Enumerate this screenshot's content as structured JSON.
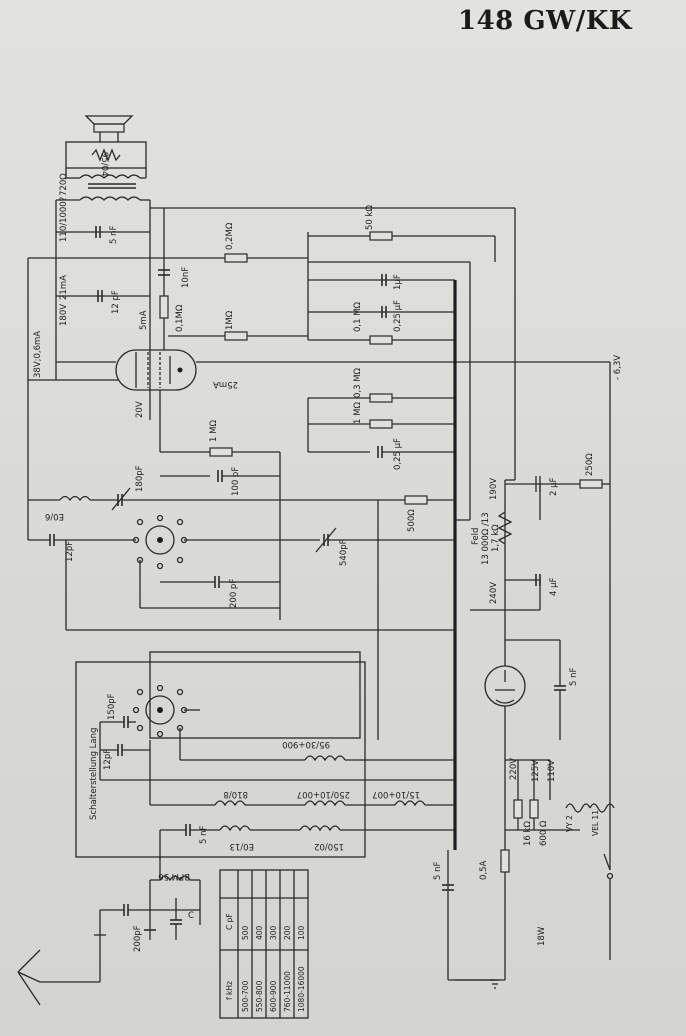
{
  "title": "148 GW/KK",
  "tubes": {
    "output": "VEL 11",
    "rectifier": "VY 2",
    "heater_label": "VY 2",
    "heater_label2": "VEL 11"
  },
  "labels": {
    "r_720": "720Ω",
    "trafo": "95/04",
    "trafo_ratio": "110/1000?",
    "c_5nf_top": "5 nF",
    "r_02m": "0,2MΩ",
    "r_50k": "50 kΩ",
    "c_10nf": "10nF",
    "c_12pf_top": "12 pF",
    "v_180": "180V",
    "i_21ma": "21mA",
    "r_01m": "0,1MΩ",
    "i_5ma": "5mA",
    "r_1m_a": "1MΩ",
    "r_01m_b": "0,1 MΩ",
    "c_1uf": "1μF",
    "c_025_a": "0,25 μF",
    "v_38": "38V;0,6mA",
    "i_25ma": "25mA",
    "v_63": "- 6,3V",
    "v_20": "20V",
    "r_03m": "0,3 MΩ",
    "r_1m_b": "1 MΩ",
    "c_025_b": "0,25 μF",
    "r_1m_c": "1 MΩ",
    "c_100pf": "100 pF",
    "coil_e016": "E0/6",
    "c_180pf": "180pF",
    "c_12pf_b": "12pF",
    "c_540pf": "540pF",
    "r_500": "500Ω",
    "c_200pf_b": "200 pF",
    "v_190": "190V",
    "c_2uf": "2 μF",
    "r_250": "250Ω",
    "feld": "Feld",
    "feld_val": "13 000Ω /13",
    "feld_val2": "1,7 kΩ",
    "v_240": "240V",
    "c_4uf": "4 μF",
    "c_5nf_r": "5 nF",
    "schalter": "Schalterstellung Lang",
    "c_150pf": "150pF",
    "c_12pf_c": "12pF",
    "coil_95": "95/30+900",
    "coil_810": "810/8",
    "coil_250": "250/10+007",
    "coil_151": "15/10+007",
    "c_5nf_l": "5 nF",
    "coil_e013": "E0/13",
    "coil_150": "150/02",
    "v_220": "220V",
    "v_125": "125V",
    "v_110": "110V",
    "r_16k": "16 kΩ",
    "r_600": "600 Ω",
    "fuse": "0,5A",
    "power": "18W",
    "c_5nf_b": "5 nF",
    "bpm": "BPM 56",
    "c_200pf_a": "200pF",
    "c_c": "C"
  },
  "table": {
    "col1_header": "f kHz",
    "col2_header": "C pF",
    "rows": [
      {
        "f": "500-700",
        "c": "500"
      },
      {
        "f": "550-800",
        "c": "400"
      },
      {
        "f": "600-900",
        "c": "300"
      },
      {
        "f": "760-11000",
        "c": "200"
      },
      {
        "f": "1080-16000",
        "c": "100"
      }
    ]
  }
}
